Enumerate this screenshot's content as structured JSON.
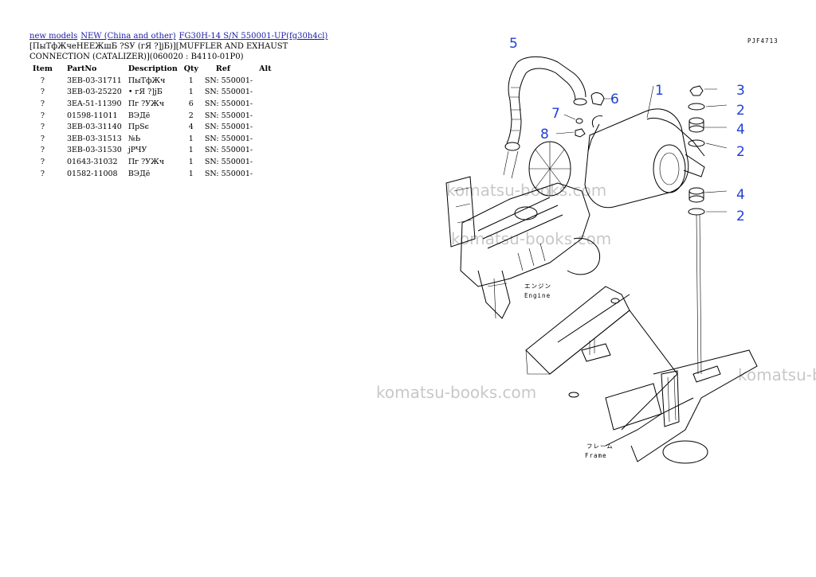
{
  "breadcrumb": {
    "links": [
      "new models",
      "NEW (China and other)",
      "FG30H-14 S/N 550001-UP(fg30h4cl)"
    ]
  },
  "title": "[ПыТфЖчеНЕЕЖшБ ?SУ (гЯ ?]jБ)][MUFFLER AND EXHAUST CONNECTION (CATALIZER)](060020 : B4110-01P0)",
  "table": {
    "headers": {
      "item": "Item",
      "partno": "PartNo",
      "description": "Description",
      "qty": "Qty",
      "ref": "Ref",
      "alt": "Alt"
    },
    "rows": [
      {
        "item": "?",
        "partno": "3EB-03-31711",
        "description": "ПыТфЖч",
        "qty": "1",
        "ref": "SN: 550001-",
        "alt": ""
      },
      {
        "item": "?",
        "partno": "3EB-03-25220",
        "description": "• гЯ ?]jБ",
        "qty": "1",
        "ref": "SN: 550001-",
        "alt": ""
      },
      {
        "item": "?",
        "partno": "3EA-51-11390",
        "description": "Пг ?УЖч",
        "qty": "6",
        "ref": "SN: 550001-",
        "alt": ""
      },
      {
        "item": "?",
        "partno": "01598-11011",
        "description": "ВЭДё",
        "qty": "2",
        "ref": "SN: 550001-",
        "alt": ""
      },
      {
        "item": "?",
        "partno": "3EB-03-31140",
        "description": "ПрЅє",
        "qty": "4",
        "ref": "SN: 550001-",
        "alt": ""
      },
      {
        "item": "?",
        "partno": "3EB-03-31513",
        "description": "№Ь",
        "qty": "1",
        "ref": "SN: 550001-",
        "alt": ""
      },
      {
        "item": "?",
        "partno": "3EB-03-31530",
        "description": "jРЧУ",
        "qty": "1",
        "ref": "SN: 550001-",
        "alt": ""
      },
      {
        "item": "?",
        "partno": "01643-31032",
        "description": "Пг ?УЖч",
        "qty": "1",
        "ref": "SN: 550001-",
        "alt": ""
      },
      {
        "item": "?",
        "partno": "01582-11008",
        "description": "ВЭДё",
        "qty": "1",
        "ref": "SN: 550001-",
        "alt": ""
      }
    ]
  },
  "diagram": {
    "code": "PJF4713",
    "watermark": "komatsu-books.com",
    "engine_jp": "エンジン",
    "engine_en": "Engine",
    "frame_jp": "フレーム",
    "frame_en": "Frame",
    "callouts": [
      "5",
      "1",
      "6",
      "7",
      "8",
      "3",
      "2",
      "4",
      "2",
      "4",
      "2"
    ],
    "callout_color": "#1f3fd6"
  }
}
